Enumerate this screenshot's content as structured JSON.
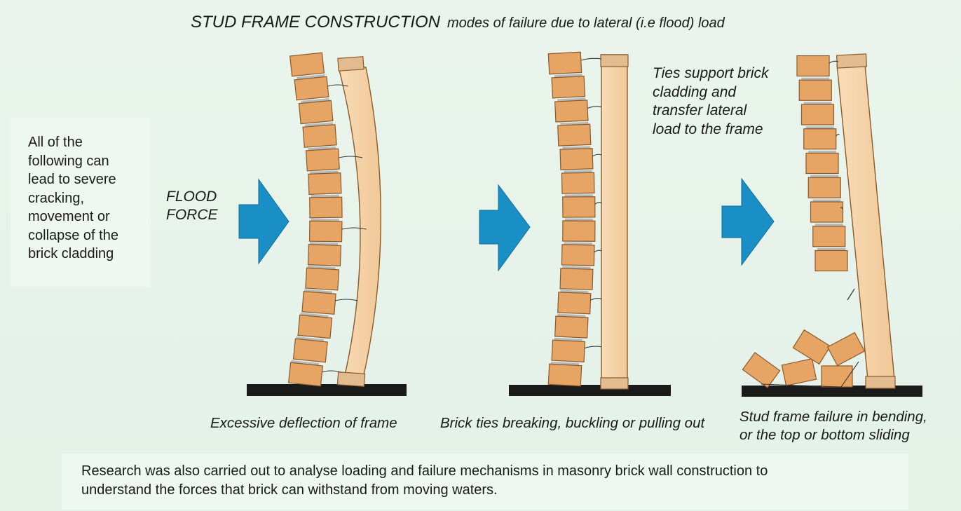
{
  "title": {
    "main": "STUD FRAME CONSTRUCTION",
    "subtitle": "modes of failure due to lateral (i.e flood) load"
  },
  "left_note": {
    "lines": [
      "All of the",
      "following can",
      "lead to severe",
      "cracking,",
      "movement or",
      "collapse of the",
      "brick cladding"
    ]
  },
  "flood_force": {
    "lines": [
      "FLOOD",
      "FORCE"
    ]
  },
  "ties_note": {
    "lines": [
      "Ties support brick",
      "cladding and",
      "transfer lateral",
      "load to the frame"
    ]
  },
  "captions": {
    "excessive_deflection": "Excessive deflection of frame",
    "brick_ties": "Brick ties breaking, buckling or pulling out",
    "stud_failure_line1": "Stud frame failure in bending,",
    "stud_failure_line2": "or the top or bottom sliding"
  },
  "bottom_note": {
    "line1": "Research was also carried out to analyse loading and failure mechanisms in masonry brick wall construction to",
    "line2": "understand the forces that brick can withstand from moving waters."
  },
  "colors": {
    "brick": "#e6a564",
    "brick_edge": "#8a5a2a",
    "stud": "#f5d1a6",
    "stud_cap": "#e2bb8e",
    "arrow": "#1a8fc6",
    "base": "#1a1a1a",
    "tie": "#3a3a3a",
    "mortar": "#b8b8b8"
  },
  "icons": [
    "flood-arrow-icon"
  ]
}
